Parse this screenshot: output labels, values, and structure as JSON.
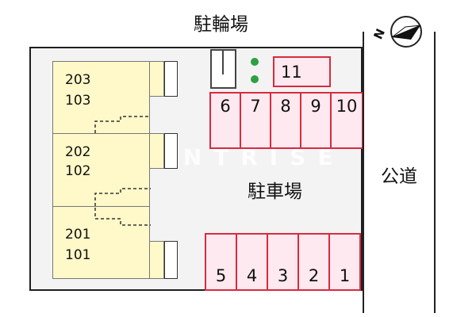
{
  "labels": {
    "bicycle_parking": "駐輪場",
    "parking_lot": "駐車場",
    "public_road": "公道",
    "watermark": "RENTRISE"
  },
  "buildings": [
    {
      "upper": "203",
      "lower": "103"
    },
    {
      "upper": "202",
      "lower": "102"
    },
    {
      "upper": "201",
      "lower": "101"
    }
  ],
  "parking_top": [
    "6",
    "7",
    "8",
    "9",
    "10"
  ],
  "parking_bottom": [
    "5",
    "4",
    "3",
    "2",
    "1"
  ],
  "parking_extra": "11",
  "compass": {
    "letter": "N",
    "icon": "compass-icon"
  },
  "colors": {
    "unit_fill": "#fff8c8",
    "space_border": "#d92a3f",
    "space_fill": "#fde9ef",
    "bike_dots": "#2ea043",
    "lot_fill": "#f3f3f3"
  }
}
